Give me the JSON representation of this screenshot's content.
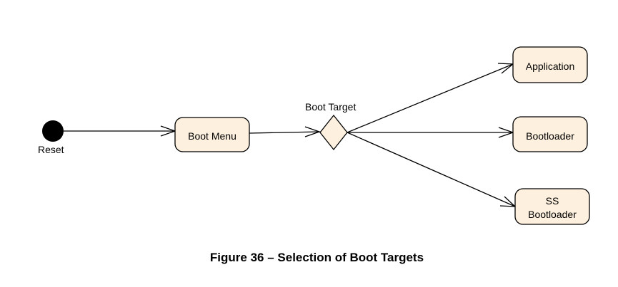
{
  "diagram": {
    "initial_label": "Reset",
    "decision_label": "Boot Target",
    "states": {
      "boot_menu": [
        "Boot Menu"
      ],
      "application": [
        "Application"
      ],
      "bootloader": [
        "Bootloader"
      ],
      "ss_bootloader": [
        "SS",
        "Bootloader"
      ]
    }
  },
  "caption": "Figure 36 – Selection of Boot Targets",
  "colors": {
    "state_fill": "#fdf0de",
    "stroke": "#000000",
    "initial_node": "#000000"
  }
}
